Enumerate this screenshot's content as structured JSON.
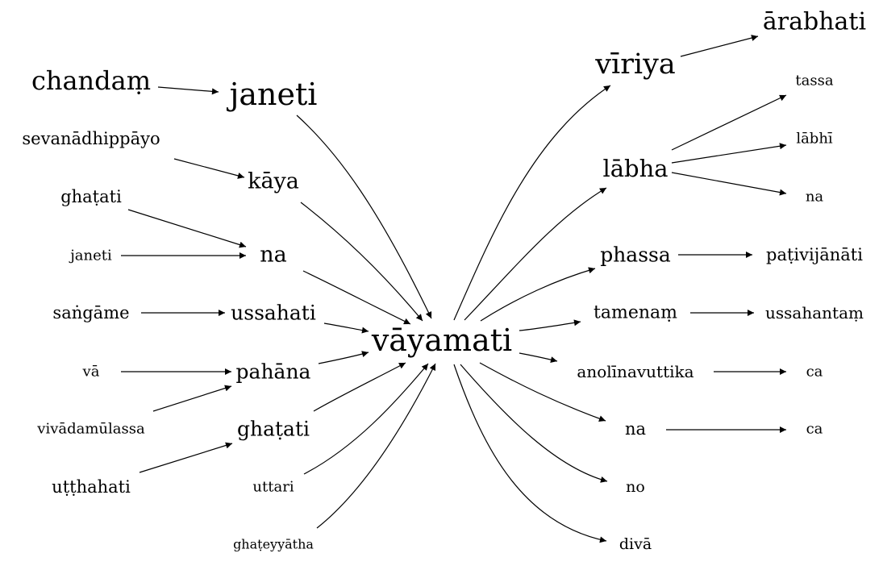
{
  "graph": {
    "nodes": [
      {
        "id": "vayamati",
        "label": "vāyamati"
      },
      {
        "id": "chandam",
        "label": "chandaṃ"
      },
      {
        "id": "janeti1",
        "label": "janeti"
      },
      {
        "id": "sevana",
        "label": "sevanādhippāyo"
      },
      {
        "id": "kaya",
        "label": "kāya"
      },
      {
        "id": "ghatati1",
        "label": "ghaṭati"
      },
      {
        "id": "janeti2",
        "label": "janeti"
      },
      {
        "id": "na1",
        "label": "na"
      },
      {
        "id": "sangame",
        "label": "saṅgāme"
      },
      {
        "id": "ussahati",
        "label": "ussahati"
      },
      {
        "id": "va",
        "label": "vā"
      },
      {
        "id": "pahana",
        "label": "pahāna"
      },
      {
        "id": "vivada",
        "label": "vivādamūlassa"
      },
      {
        "id": "ghatati2",
        "label": "ghaṭati"
      },
      {
        "id": "utthahati",
        "label": "uṭṭhahati"
      },
      {
        "id": "uttari",
        "label": "uttari"
      },
      {
        "id": "ghateyyatha",
        "label": "ghaṭeyyātha"
      },
      {
        "id": "viriya",
        "label": "vīriya"
      },
      {
        "id": "arabhati",
        "label": "ārabhati"
      },
      {
        "id": "tassa",
        "label": "tassa"
      },
      {
        "id": "labha",
        "label": "lābha"
      },
      {
        "id": "labhi",
        "label": "lābhī"
      },
      {
        "id": "na2",
        "label": "na"
      },
      {
        "id": "phassa",
        "label": "phassa"
      },
      {
        "id": "pativijanati",
        "label": "paṭivijānāti"
      },
      {
        "id": "tamenam",
        "label": "tamenaṃ"
      },
      {
        "id": "ussahantam",
        "label": "ussahantaṃ"
      },
      {
        "id": "anolina",
        "label": "anolīnavuttika"
      },
      {
        "id": "ca1",
        "label": "ca"
      },
      {
        "id": "na3",
        "label": "na"
      },
      {
        "id": "ca2",
        "label": "ca"
      },
      {
        "id": "no",
        "label": "no"
      },
      {
        "id": "diva",
        "label": "divā"
      }
    ],
    "edges": [
      {
        "from": "chandam",
        "to": "janeti1"
      },
      {
        "from": "sevana",
        "to": "kaya"
      },
      {
        "from": "ghatati1",
        "to": "na1"
      },
      {
        "from": "janeti2",
        "to": "na1"
      },
      {
        "from": "sangame",
        "to": "ussahati"
      },
      {
        "from": "va",
        "to": "pahana"
      },
      {
        "from": "vivada",
        "to": "pahana"
      },
      {
        "from": "utthahati",
        "to": "ghatati2"
      },
      {
        "from": "janeti1",
        "to": "vayamati"
      },
      {
        "from": "kaya",
        "to": "vayamati"
      },
      {
        "from": "na1",
        "to": "vayamati"
      },
      {
        "from": "ussahati",
        "to": "vayamati"
      },
      {
        "from": "pahana",
        "to": "vayamati"
      },
      {
        "from": "ghatati2",
        "to": "vayamati"
      },
      {
        "from": "uttari",
        "to": "vayamati"
      },
      {
        "from": "ghateyyatha",
        "to": "vayamati"
      },
      {
        "from": "vayamati",
        "to": "viriya"
      },
      {
        "from": "vayamati",
        "to": "labha"
      },
      {
        "from": "vayamati",
        "to": "phassa"
      },
      {
        "from": "vayamati",
        "to": "tamenam"
      },
      {
        "from": "vayamati",
        "to": "anolina"
      },
      {
        "from": "vayamati",
        "to": "na3"
      },
      {
        "from": "vayamati",
        "to": "no"
      },
      {
        "from": "vayamati",
        "to": "diva"
      },
      {
        "from": "viriya",
        "to": "arabhati"
      },
      {
        "from": "labha",
        "to": "tassa"
      },
      {
        "from": "labha",
        "to": "labhi"
      },
      {
        "from": "labha",
        "to": "na2"
      },
      {
        "from": "phassa",
        "to": "pativijanati"
      },
      {
        "from": "tamenam",
        "to": "ussahantam"
      },
      {
        "from": "anolina",
        "to": "ca1"
      },
      {
        "from": "na3",
        "to": "ca2"
      }
    ]
  }
}
